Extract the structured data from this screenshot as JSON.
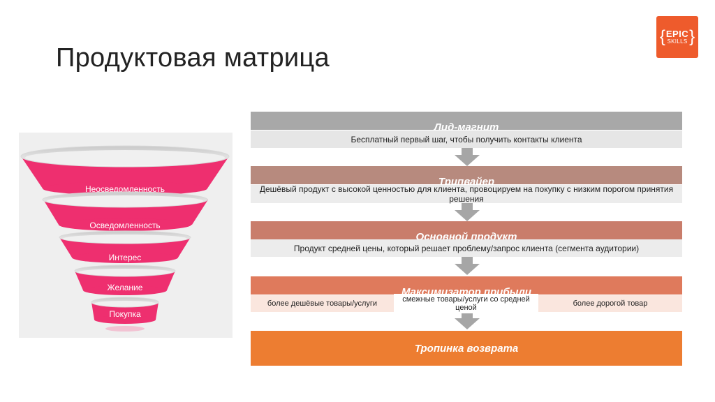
{
  "title": "Продуктовая матрица",
  "logo": {
    "line1": "EPIC",
    "line2": "SKILLS"
  },
  "funnel": {
    "levels": [
      "Неосведомленность",
      "Осведомленность",
      "Интерес",
      "Желание",
      "Покупка"
    ],
    "color": "#ee2f6f"
  },
  "matrix": {
    "stages": [
      {
        "title": "Лид-магнит",
        "description": "Бесплатный первый шаг, чтобы получить контакты клиента",
        "color": "#a8a8a8"
      },
      {
        "title": "Трипвайер",
        "description": "Дешёвый продукт с высокой ценностью для клиента, провоцируем на покупку с низким порогом принятия решения",
        "color": "#b78a7e"
      },
      {
        "title": "Основной продукт",
        "description": "Продукт средней цены, который решает проблему/запрос клиента (сегмента аудитории)",
        "color": "#c97d6b"
      },
      {
        "title": "Максимизатор прибыли",
        "items": [
          "более дешёвые товары/услуги",
          "смежные товары/услуги со средней ценой",
          "более дорогой товар"
        ],
        "color": "#df7a5c"
      }
    ],
    "final": {
      "title": "Тропинка возврата",
      "color": "#ed7d31"
    },
    "arrow_color": "#a6a6a6"
  }
}
